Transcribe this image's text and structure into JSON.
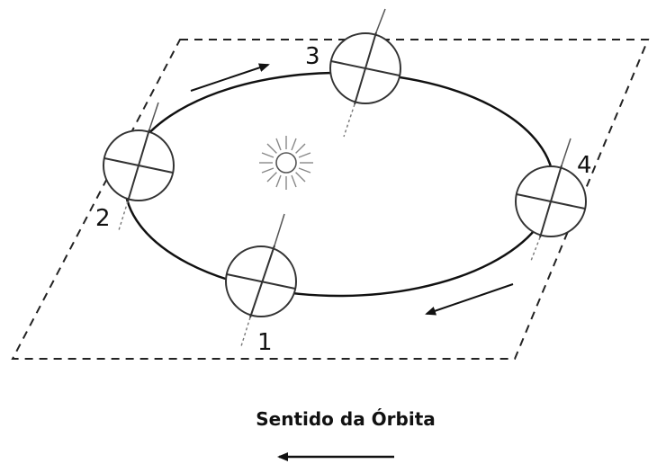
{
  "diagram": {
    "positions": [
      {
        "label": "1"
      },
      {
        "label": "2"
      },
      {
        "label": "3"
      },
      {
        "label": "4"
      }
    ],
    "caption": "Sentido da Órbita"
  },
  "colors": {
    "ink": "#111111",
    "dashed": "#222222"
  },
  "icons": {
    "sun": "sun-icon",
    "planet": "planet-icon",
    "arrow": "arrow-icon"
  }
}
